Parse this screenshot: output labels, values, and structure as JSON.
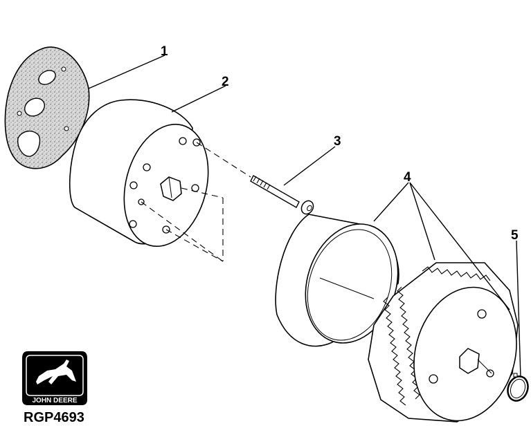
{
  "callouts": {
    "c1": "1",
    "c2": "2",
    "c3": "3",
    "c4": "4",
    "c5": "5"
  },
  "logo": {
    "brand_text": "JOHN DEERE"
  },
  "figure_ref": "RGP4693"
}
